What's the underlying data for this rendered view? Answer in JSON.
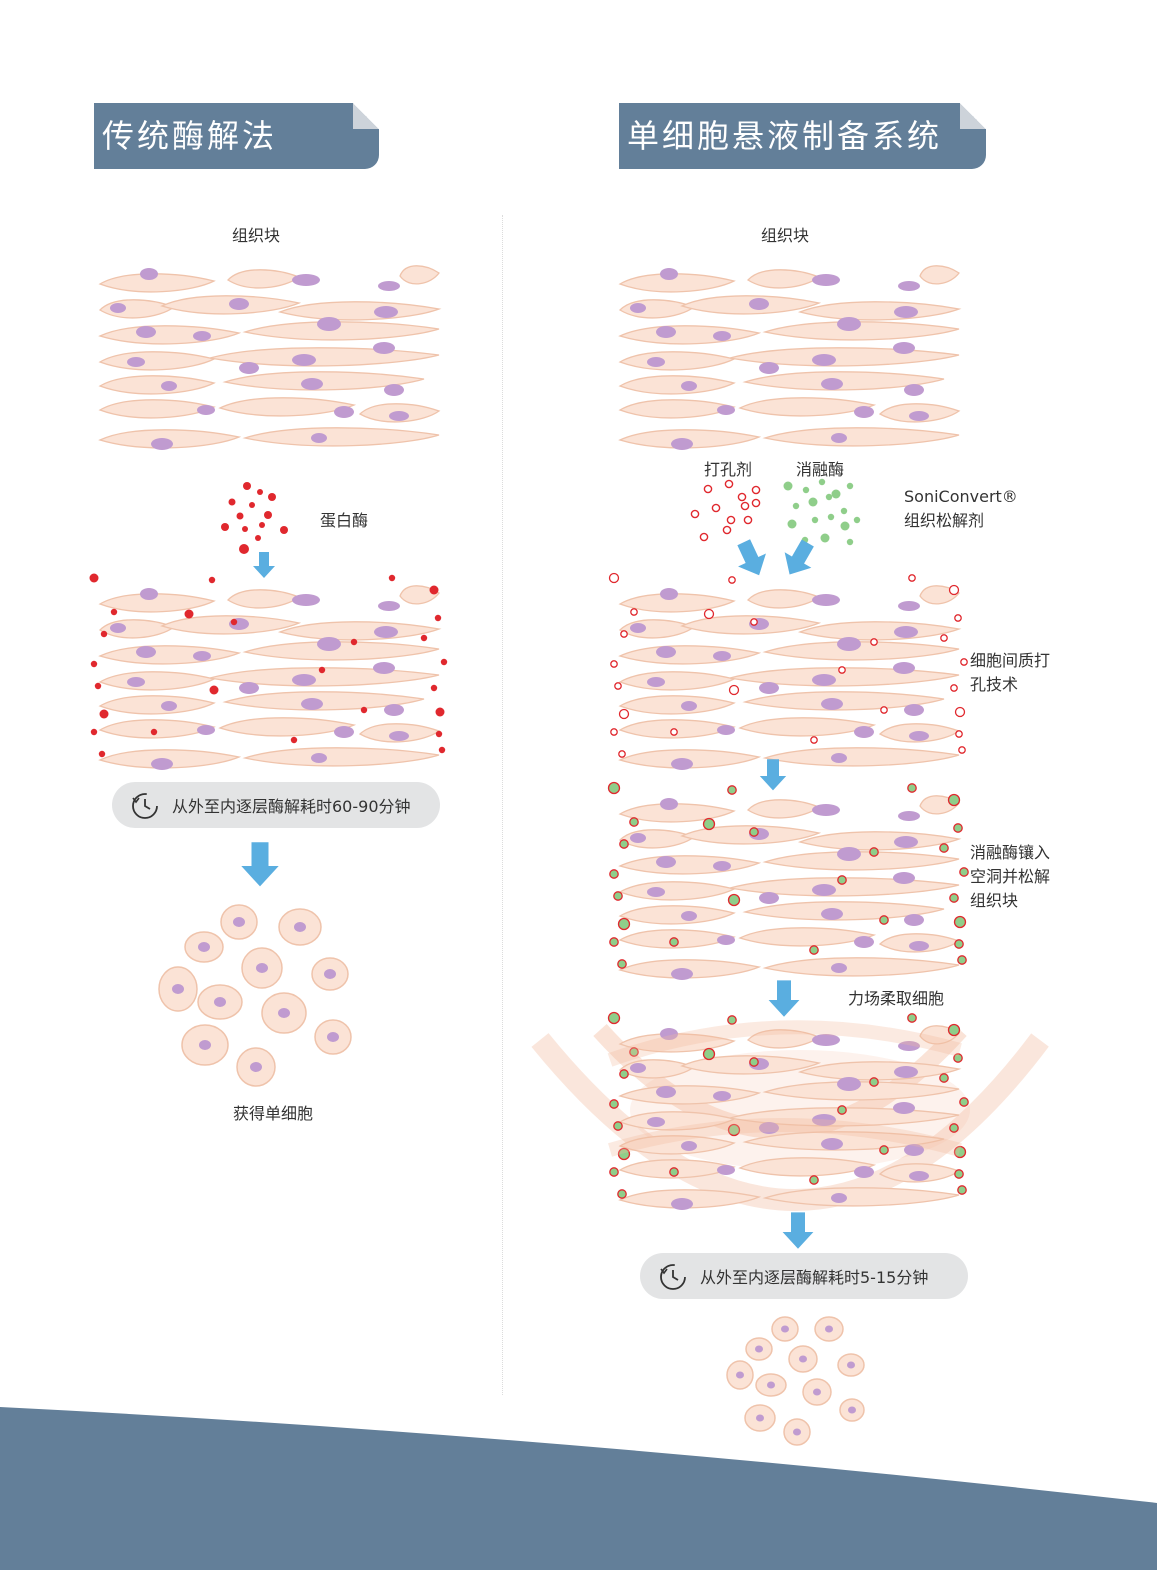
{
  "left": {
    "header": "传统酶解法",
    "tissue_label": "组织块",
    "enzyme_label": "蛋白酶",
    "time_label": "从外至内逐层酶解耗时60-90分钟",
    "result_label": "获得单细胞"
  },
  "right": {
    "header": "单细胞悬液制备系统",
    "tissue_label": "组织块",
    "perforator_label": "打孔剂",
    "digestive_label": "消融酶",
    "product_label_line1": "SoniConvert®",
    "product_label_line2": "组织松解剂",
    "step1_line1": "细胞间质打",
    "step1_line2": "孔技术",
    "step2_line1": "消融酶镶入",
    "step2_line2": "空洞并松解",
    "step2_line3": "组织块",
    "step3_label": "力场柔取细胞",
    "time_label": "从外至内逐层酶解耗时5-15分钟"
  },
  "colors": {
    "header_bg": "#637f99",
    "cell_fill": "#fbe3d6",
    "cell_stroke": "#efc3ab",
    "nucleus": "#c09bd0",
    "protease_red": "#e0282e",
    "perforator_ring": "#e0282e",
    "digestive_green": "#8fce8a",
    "arrow_blue": "#5aaee0",
    "force_field": "#f2b89a",
    "pill_bg": "#e3e4e5",
    "wave_bg": "#637f99"
  }
}
